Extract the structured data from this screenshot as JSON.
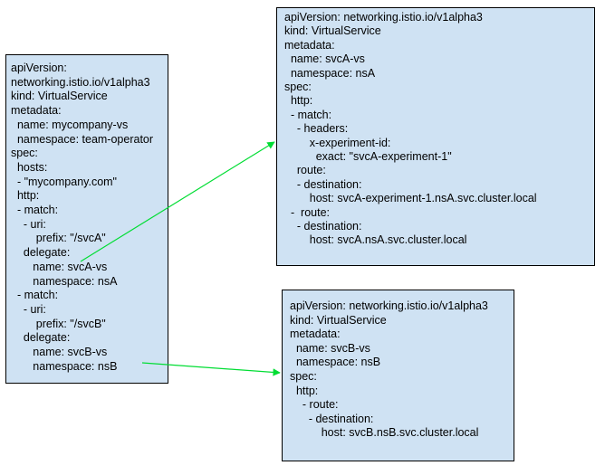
{
  "boxes": {
    "left": {
      "lines": [
        "apiVersion:",
        "networking.istio.io/v1alpha3",
        "kind: VirtualService",
        "metadata:",
        "  name: mycompany-vs",
        "  namespace: team-operator",
        "spec:",
        "  hosts:",
        "  - \"mycompany.com\"",
        "  http:",
        "  - match:",
        "    - uri:",
        "        prefix: \"/svcA\"",
        "    delegate:",
        "       name: svcA-vs",
        "       namespace: nsA",
        "  - match:",
        "    - uri:",
        "        prefix: \"/svcB\"",
        "    delegate:",
        "       name: svcB-vs",
        "       namespace: nsB"
      ]
    },
    "top_right": {
      "lines": [
        "apiVersion: networking.istio.io/v1alpha3",
        "kind: VirtualService",
        "metadata:",
        "  name: svcA-vs",
        "  namespace: nsA",
        "spec:",
        "  http:",
        "  - match:",
        "    - headers:",
        "        x-experiment-id:",
        "          exact: \"svcA-experiment-1\"",
        "    route:",
        "    - destination:",
        "        host: svcA-experiment-1.nsA.svc.cluster.local",
        "  -  route:",
        "    - destination:",
        "        host: svcA.nsA.svc.cluster.local"
      ]
    },
    "bottom_right": {
      "lines": [
        "apiVersion: networking.istio.io/v1alpha3",
        "kind: VirtualService",
        "metadata:",
        "  name: svcB-vs",
        "  namespace: nsB",
        "spec:",
        "  http:",
        "    - route:",
        "      - destination:",
        "          host: svcB.nsB.svc.cluster.local"
      ]
    }
  },
  "colors": {
    "box_fill": "#cfe2f3",
    "box_border": "#000000",
    "arrow": "#00dd33"
  }
}
